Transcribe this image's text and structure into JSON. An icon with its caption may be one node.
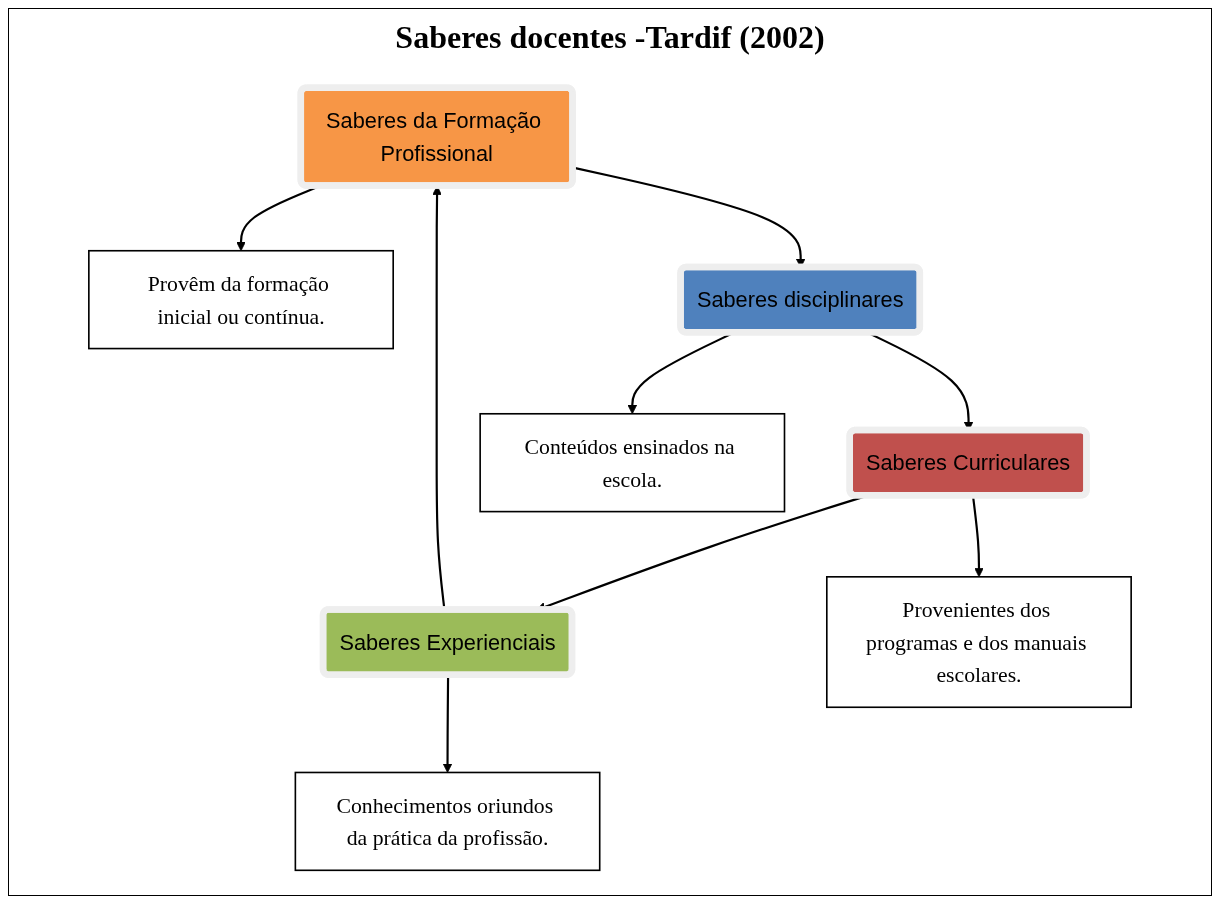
{
  "diagram": {
    "title": "Saberes docentes -Tardif (2002)",
    "nodes": [
      {
        "text": [
          "Conhecimentos oriundos da prática da profissão."
        ]
      },
      {
        "text": [
          "Saberes da Formação Profissional"
        ]
      },
      {
        "text": [
          "Provêm da formação inicial ou contínua."
        ]
      },
      {
        "text": [
          "Saberes Experienciais"
        ]
      },
      {
        "text": [
          "Saberes disciplinares"
        ]
      },
      {
        "text": [
          "Provenientes dos programas e dos manuais escolares."
        ]
      },
      {
        "text": [
          "Saberes Curriculares"
        ]
      },
      {
        "text": [
          "Conteúdos ensinados na escola."
        ]
      }
    ],
    "edges": [
      {
        "from": 1,
        "to": 2,
        "arrow": "to"
      },
      {
        "from": 1,
        "to": 4,
        "arrow": "to"
      },
      {
        "from": 4,
        "to": 7,
        "arrow": "to"
      },
      {
        "from": 4,
        "to": 6,
        "arrow": "to"
      },
      {
        "from": 6,
        "to": 3,
        "arrow": "to"
      },
      {
        "from": 6,
        "to": 5,
        "arrow": "to"
      },
      {
        "from": 3,
        "to": 0,
        "arrow": "to"
      },
      {
        "from": 3,
        "to": 1,
        "arrow": "to"
      }
    ]
  }
}
